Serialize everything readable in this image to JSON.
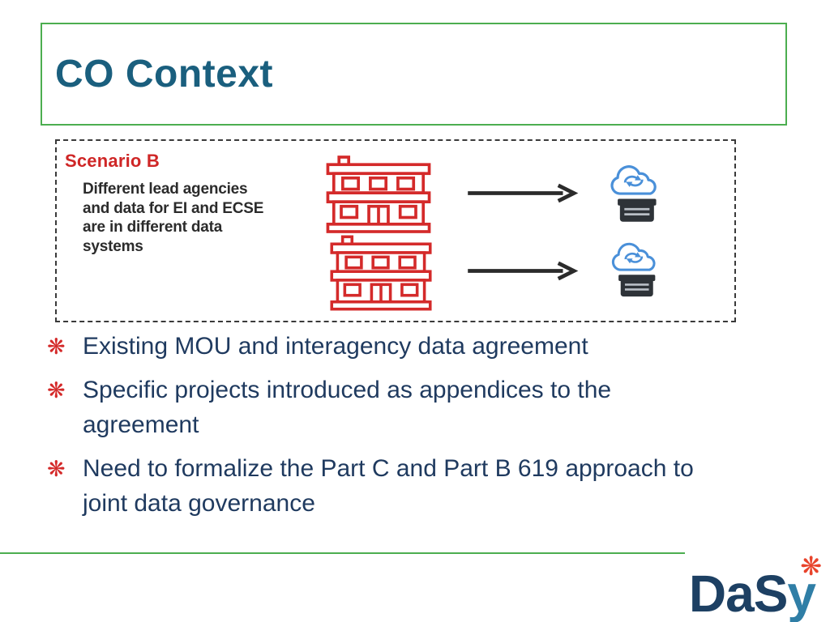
{
  "slide": {
    "title": "CO Context"
  },
  "scenario": {
    "label": "Scenario B",
    "description": "Different lead agencies and data for EI and ECSE are in different data systems"
  },
  "bullets": [
    "Existing MOU and  interagency data agreement",
    "Specific projects introduced as appendices to the agreement",
    "Need to formalize the Part C and Part B 619 approach to joint data governance"
  ],
  "icons": {
    "bullet": "❋",
    "building": "schoolhouse-building-icon",
    "arrow": "arrow-right-icon",
    "cloud_storage": "cloud-sync-archive-icon"
  },
  "logo": {
    "part1": "DaS",
    "part2": "y",
    "flower": "❋"
  },
  "colors": {
    "title": "#1a5f7e",
    "green": "#4cae50",
    "red": "#d42a2a",
    "scenario_label": "#cf2626",
    "bullet_text": "#1f3a5f",
    "arrow": "#2b2b2b",
    "cloud_blue": "#4a90d9",
    "logo_dark": "#1d4063",
    "logo_light": "#2f7ea6",
    "logo_flower": "#e8442c"
  }
}
